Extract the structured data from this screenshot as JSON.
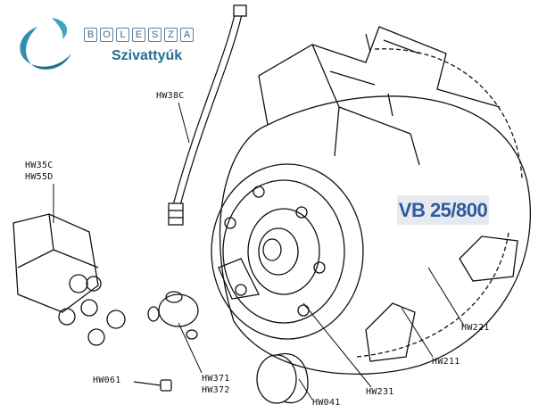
{
  "logo": {
    "letters": [
      "B",
      "O",
      "L",
      "E",
      "S",
      "Z",
      "A"
    ],
    "subtitle": "Szivattyúk"
  },
  "model_label": "VB 25/800",
  "part_labels": {
    "hose": "HW38C",
    "pressure_switch_1": "HW35C",
    "pressure_switch_2": "HW55D",
    "fitting_1": "HW371",
    "fitting_2": "HW372",
    "valve": "HW061",
    "cap": "HW041",
    "flange": "HW231",
    "membrane": "HW211",
    "tank": "HW221"
  },
  "colors": {
    "logo": "#1f6f8f",
    "model_text": "#2f5a9b",
    "model_bg": "#e6e9ef"
  }
}
